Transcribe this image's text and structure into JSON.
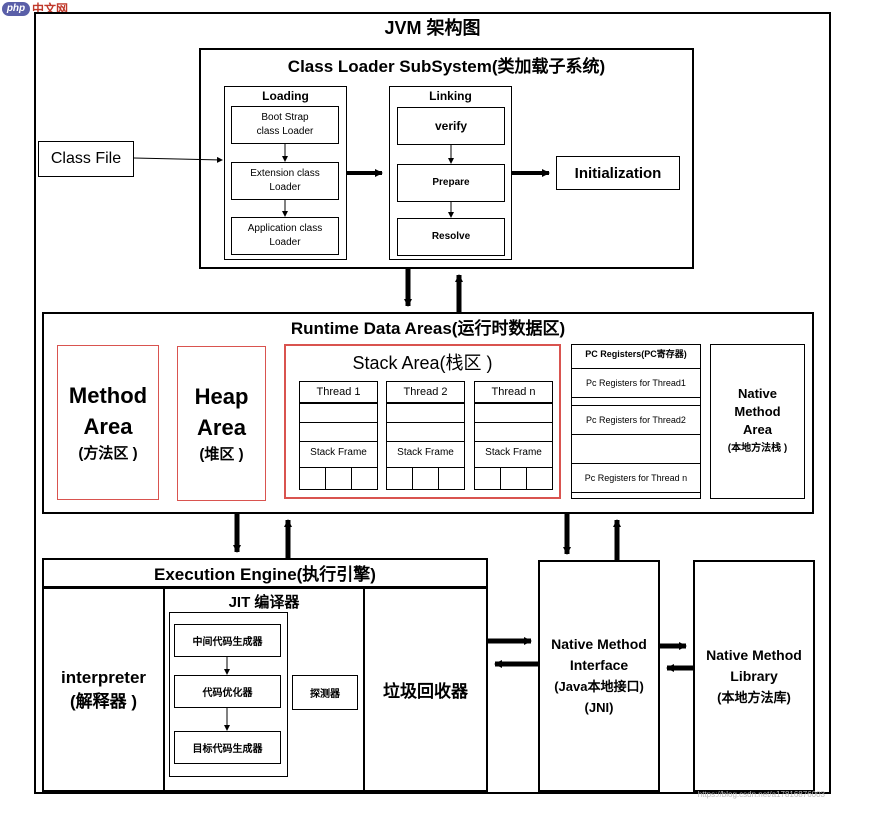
{
  "logo": {
    "badge": "php",
    "text": "中文网"
  },
  "title": "JVM 架构图",
  "class_file": "Class File",
  "class_loader": {
    "title": "Class Loader SubSystem(类加载子系统)",
    "loading": {
      "title": "Loading",
      "items": [
        [
          "Boot Strap",
          "class Loader"
        ],
        [
          "Extension class",
          "Loader"
        ],
        [
          "Application class",
          "Loader"
        ]
      ]
    },
    "linking": {
      "title": "Linking",
      "items": [
        "verify",
        "Prepare",
        "Resolve"
      ]
    },
    "initialization": "Initialization"
  },
  "runtime": {
    "title": "Runtime Data Areas(运行时数据区)",
    "method_area": [
      "Method",
      "Area",
      "(方法区 )"
    ],
    "heap_area": [
      "Heap",
      "Area",
      "(堆区 )"
    ],
    "stack_area": {
      "title": "Stack Area(栈区 )",
      "threads": [
        "Thread 1",
        "Thread 2",
        "Thread n"
      ],
      "frame": "Stack Frame"
    },
    "pc_registers": {
      "title": "PC Registers(PC寄存器)",
      "items": [
        "Pc Registers for Thread1",
        "Pc Registers for Thread2",
        "Pc Registers for Thread n"
      ]
    },
    "native_stack": [
      "Native",
      "Method",
      "Area",
      "(本地方法栈 )"
    ]
  },
  "execution": {
    "title": "Execution Engine(执行引擎)",
    "interpreter": [
      "interpreter",
      "(解释器 )"
    ],
    "jit": {
      "title": "JIT 编译器",
      "items": [
        "中间代码生成器",
        "代码优化器",
        "目标代码生成器"
      ],
      "profiler": "探测器"
    },
    "gc": "垃圾回收器"
  },
  "nmi": [
    "Native Method",
    "Interface",
    "(Java本地接口)",
    "(JNI)"
  ],
  "nml": [
    "Native Method",
    "Library",
    "(本地方法库)"
  ],
  "watermark": "https://blog.csdn.net/a17816876003"
}
